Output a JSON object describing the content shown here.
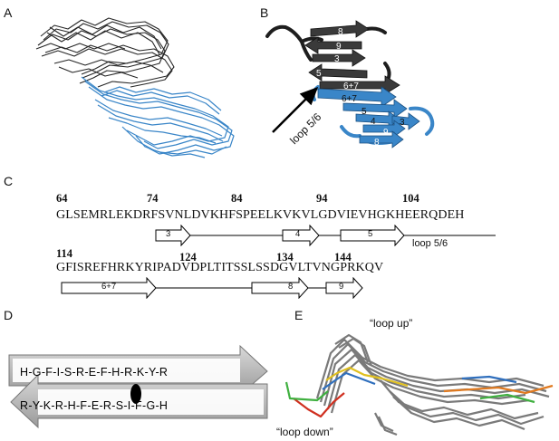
{
  "panels": {
    "a": "A",
    "b": "B",
    "c": "C",
    "d": "D",
    "e": "E"
  },
  "panel_b": {
    "strand_labels": {
      "s8_top": "8",
      "s9_top": "9",
      "s3_top": "3",
      "s5_top": "5",
      "s67_upper": "6+7",
      "s67_lower": "6+7",
      "s5_bottom": "5",
      "s4_bottom": "4",
      "s3_bottom": "3",
      "s9_bottom": "9",
      "s8_bottom": "8"
    },
    "annotation": "loop 5/6"
  },
  "panel_c": {
    "line1": {
      "numbers": [
        "64",
        "74",
        "84",
        "94",
        "104"
      ],
      "sequence": "GLSEMRLEKDRFSVNLDVKHFSPEELKVKVLGDVIEVHGKHEERQDEH",
      "strands": [
        "3",
        "4",
        "5"
      ],
      "loop_label": "loop 5/6"
    },
    "line2": {
      "numbers": [
        "114",
        "124",
        "134",
        "144"
      ],
      "sequence": "GFISREFHRKYRIPADVDPLTITSSLSSDGVLTVNGPRKQV",
      "strands": [
        "6+7",
        "8",
        "9"
      ]
    }
  },
  "panel_d": {
    "top_strand": "H-G-F-I-S-R-E-F-H-R-K-Y-R",
    "bottom_strand": "R-Y-K-R-H-F-E-R-S-I-F-G-H"
  },
  "panel_e": {
    "loop_up": "“loop up”",
    "loop_down": "“loop down”"
  },
  "colors": {
    "dark_domain": "#2b2b2b",
    "blue_domain": "#3a86c8",
    "grey_traces": "#7a7a7a",
    "trace_colors": [
      "#2f6fbd",
      "#e0c020",
      "#d03020",
      "#40b040",
      "#e07a20"
    ]
  }
}
